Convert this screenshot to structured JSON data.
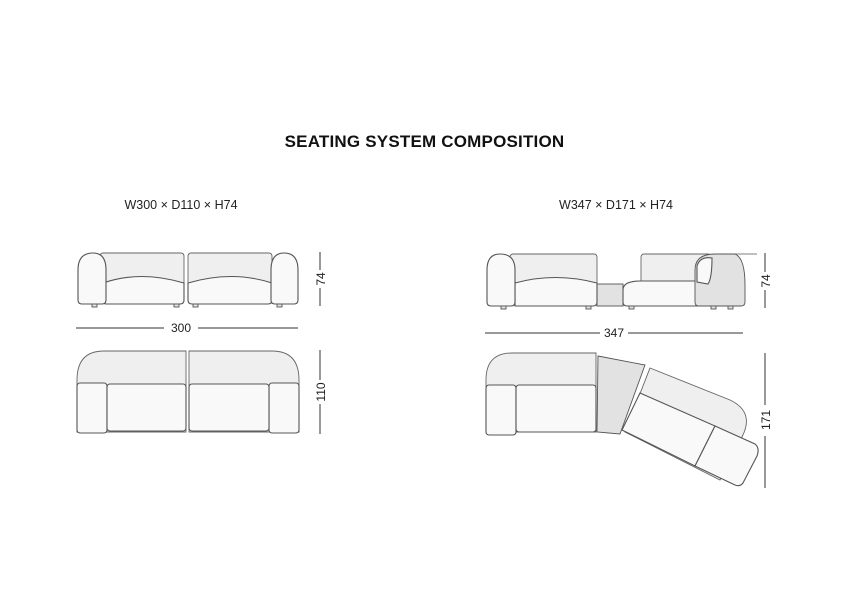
{
  "title": "SEATING SYSTEM COMPOSITION",
  "compositions": [
    {
      "caption": "W300 × D110 × H74",
      "height": "74",
      "width": "300",
      "depth": "110"
    },
    {
      "caption": "W347 × D171 × H74",
      "height": "74",
      "width": "347",
      "depth": "171"
    }
  ]
}
